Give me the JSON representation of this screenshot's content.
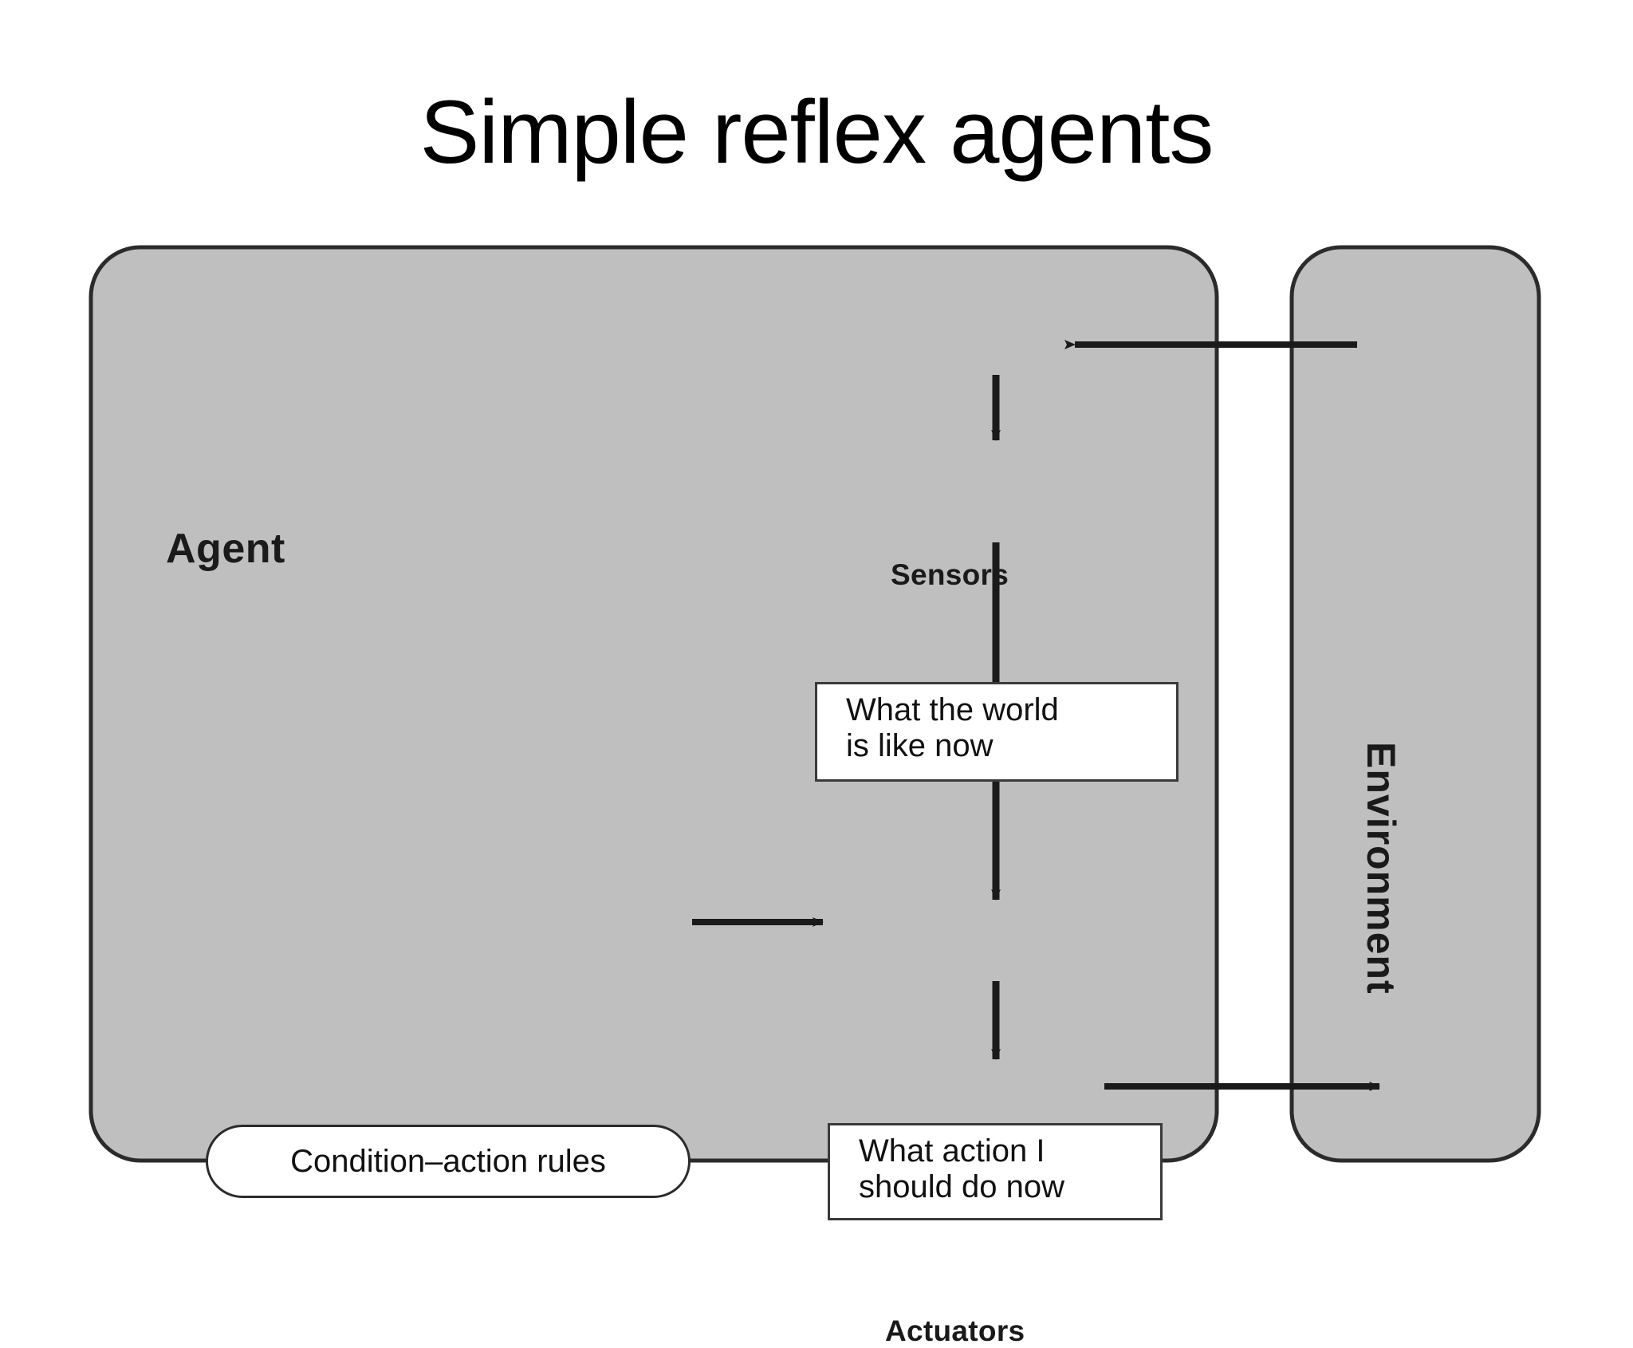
{
  "slide": {
    "title": "Simple reflex agents",
    "background_color": "#ffffff"
  },
  "diagram": {
    "type": "agent-architecture-block-diagram",
    "colors": {
      "panel_fill": "#bfbfbf",
      "panel_stroke": "#2b2b2b",
      "node_fill": "#ffffff",
      "node_stroke": "#3a3a3a",
      "arrow": "#1a1a1a",
      "text": "#111111"
    },
    "agent_panel": {
      "label": "Agent"
    },
    "environment_panel": {
      "label": "Environment"
    },
    "ports": {
      "sensors": "Sensors",
      "actuators": "Actuators"
    },
    "nodes": [
      {
        "id": "world-state",
        "shape": "rect",
        "text": "What the world\nis like now"
      },
      {
        "id": "action-choice",
        "shape": "rect",
        "text": "What action I\nshould do now"
      },
      {
        "id": "condition-action-rules",
        "shape": "stadium",
        "text": "Condition–action rules"
      }
    ],
    "edges": [
      {
        "from": "environment",
        "to": "sensors",
        "direction": "left"
      },
      {
        "from": "sensors",
        "to": "world-state",
        "direction": "down"
      },
      {
        "from": "world-state",
        "to": "action-choice",
        "direction": "down"
      },
      {
        "from": "condition-action-rules",
        "to": "action-choice",
        "direction": "right"
      },
      {
        "from": "action-choice",
        "to": "actuators",
        "direction": "down"
      },
      {
        "from": "actuators",
        "to": "environment",
        "direction": "right"
      }
    ]
  }
}
